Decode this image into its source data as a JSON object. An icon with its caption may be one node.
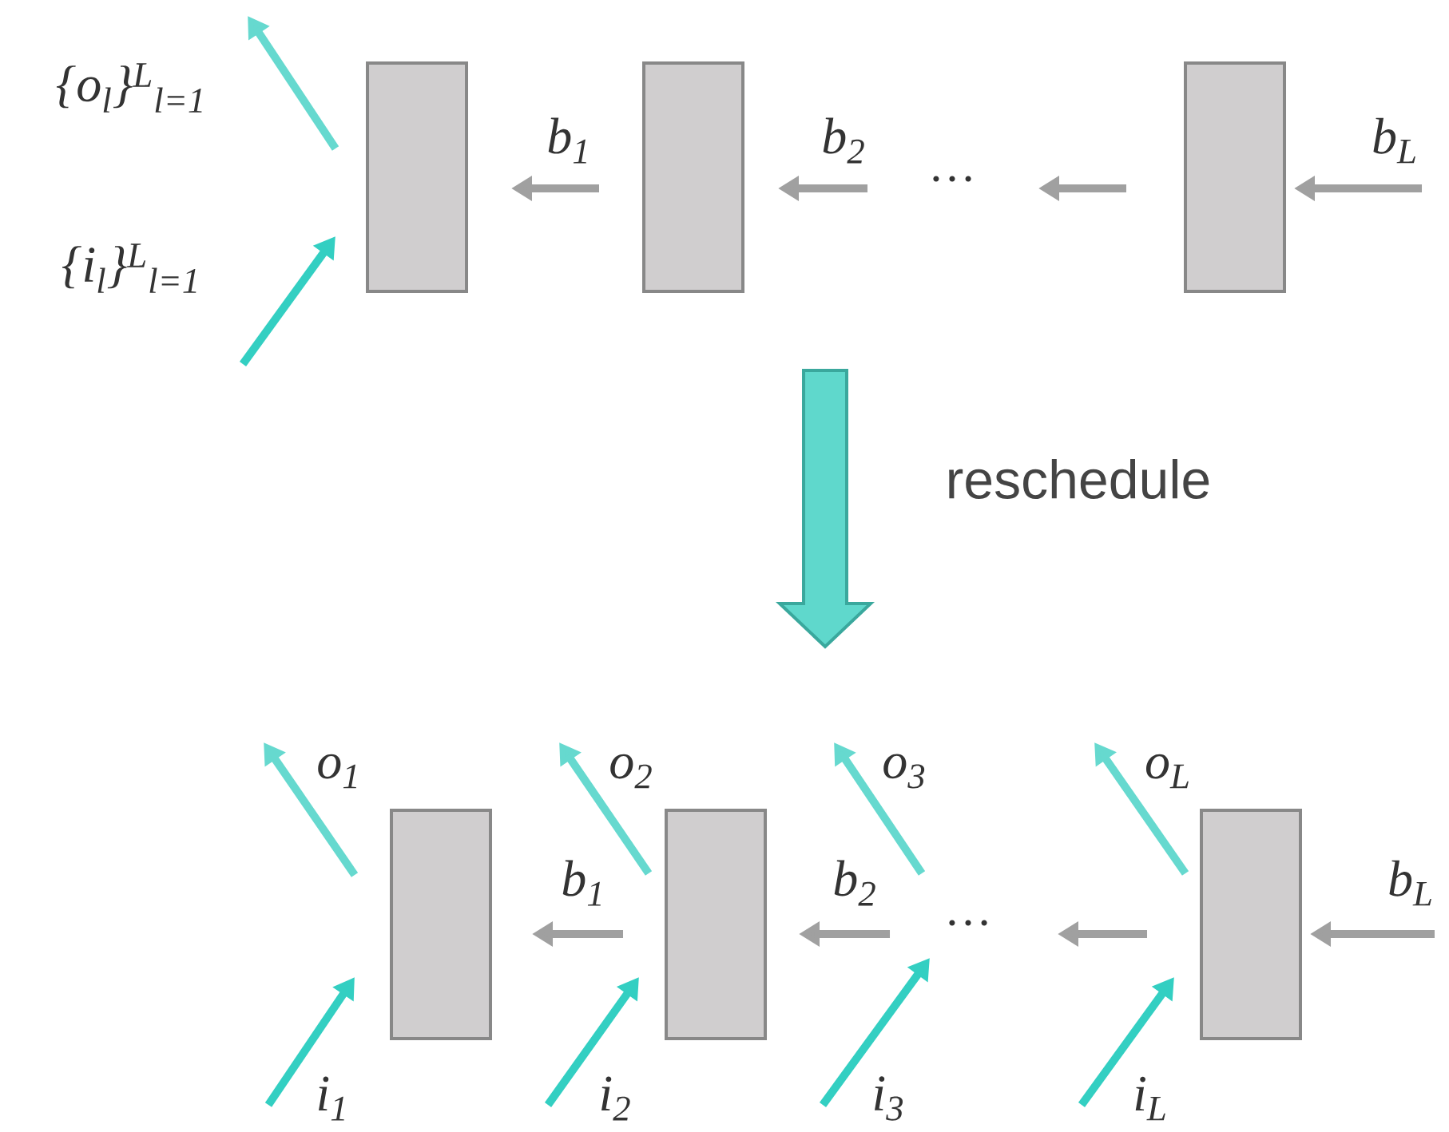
{
  "diagram": {
    "nodes": [
      {
        "text": [],
        "shape": "box"
      },
      {
        "text": [],
        "shape": "box"
      },
      {
        "text": [
          "…"
        ]
      },
      {
        "text": [],
        "shape": "box"
      },
      {
        "text": [],
        "shape": "box"
      },
      {
        "text": [],
        "shape": "box"
      },
      {
        "text": [
          "…"
        ]
      },
      {
        "text": [],
        "shape": "box"
      }
    ],
    "edges": [
      {
        "from": 1,
        "to": 0,
        "arrow": "to",
        "label": "b$_{1}$",
        "color": "#a0a0a0"
      },
      {
        "from": 2,
        "to": 1,
        "arrow": "to",
        "label": "b$_{2}$",
        "color": "#a0a0a0"
      },
      {
        "from": 3,
        "to": 2,
        "arrow": "to",
        "color": "#a0a0a0"
      },
      {
        "from": null,
        "to": 3,
        "arrow": "to",
        "label": "b$_{L}$",
        "color": "#a0a0a0"
      },
      {
        "from": 0,
        "to": null,
        "arrow": "to",
        "label": "{o$_{l}$}$^{L}$$_{l=1}$",
        "color": "#66d9cf"
      },
      {
        "from": null,
        "to": 0,
        "arrow": "to",
        "label": "{i$_{l}$}$^{L}$$_{l=1}$",
        "color": "#33cfc2"
      },
      {
        "from": 5,
        "to": 4,
        "arrow": "to",
        "label": "b$_{1}$",
        "color": "#a0a0a0"
      },
      {
        "from": 6,
        "to": 5,
        "arrow": "to",
        "label": "b$_{2}$",
        "color": "#a0a0a0"
      },
      {
        "from": 7,
        "to": 6,
        "arrow": "to",
        "color": "#a0a0a0"
      },
      {
        "from": null,
        "to": 7,
        "arrow": "to",
        "label": "b$_{L}$",
        "color": "#a0a0a0"
      },
      {
        "from": 4,
        "to": null,
        "arrow": "to",
        "label": "o$_{1}$",
        "color": "#66d9cf"
      },
      {
        "from": null,
        "to": 4,
        "arrow": "to",
        "label": "i$_{1}$",
        "color": "#33cfc2"
      },
      {
        "from": 5,
        "to": null,
        "arrow": "to",
        "label": "o$_{2}$",
        "color": "#66d9cf"
      },
      {
        "from": null,
        "to": 5,
        "arrow": "to",
        "label": "i$_{2}$",
        "color": "#33cfc2"
      },
      {
        "from": 6,
        "to": null,
        "arrow": "to",
        "label": "o$_{3}$",
        "color": "#66d9cf"
      },
      {
        "from": null,
        "to": 6,
        "arrow": "to",
        "label": "i$_{3}$",
        "color": "#33cfc2"
      },
      {
        "from": 7,
        "to": null,
        "arrow": "to",
        "label": "o$_{L}$",
        "color": "#66d9cf"
      },
      {
        "from": null,
        "to": 7,
        "arrow": "to",
        "label": "i$_{L}$",
        "color": "#33cfc2"
      }
    ],
    "labels": [
      "reschedule"
    ]
  }
}
